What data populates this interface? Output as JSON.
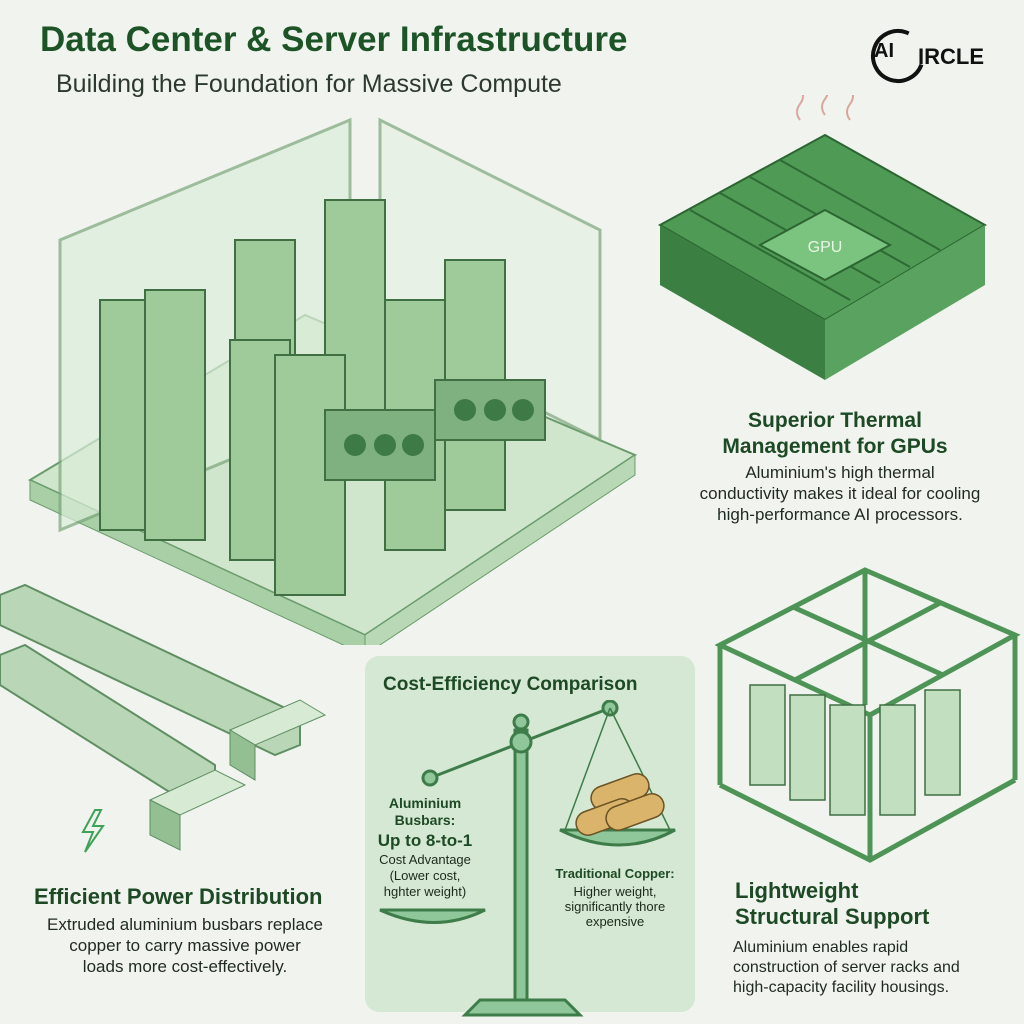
{
  "header": {
    "title": "Data Center & Server Infrastructure",
    "subtitle": "Building the Foundation for Massive Compute"
  },
  "logo": {
    "text": "AI CIRCLE",
    "ai": "AI",
    "circle": "IRCLE"
  },
  "gpu": {
    "chip_label": "GPU",
    "title_line1": "Superior Thermal",
    "title_line2": "Management for GPUs",
    "description": [
      "Aluminium's high thermal",
      "conductivity makes it ideal for cooling",
      "high-performance AI processors."
    ]
  },
  "power": {
    "title": "Efficient Power Distribution",
    "description": [
      "Extruded aluminium busbars replace",
      "copper to carry massive power",
      "loads more cost-effectively."
    ]
  },
  "cost": {
    "title": "Cost-Efficiency Comparison",
    "aluminium": {
      "label_line1": "Aluminium",
      "label_line2": "Busbars:",
      "highlight": "Up to 8-to-1",
      "detail": [
        "Cost Advantage",
        "(Lower cost,",
        "hghter weight)"
      ]
    },
    "copper": {
      "label": "Traditional Copper:",
      "detail": [
        "Higher weight,",
        "significantly thore",
        "expensive"
      ]
    }
  },
  "structure": {
    "title_line1": "Lightweight",
    "title_line2": "Structural Support",
    "description": [
      "Aluminium enables rapid",
      "construction of server racks and",
      "high-capacity facility housings."
    ]
  },
  "colors": {
    "brand": "#1d5427",
    "accent": "#5fae6a",
    "panel": "#d5e8d3"
  }
}
